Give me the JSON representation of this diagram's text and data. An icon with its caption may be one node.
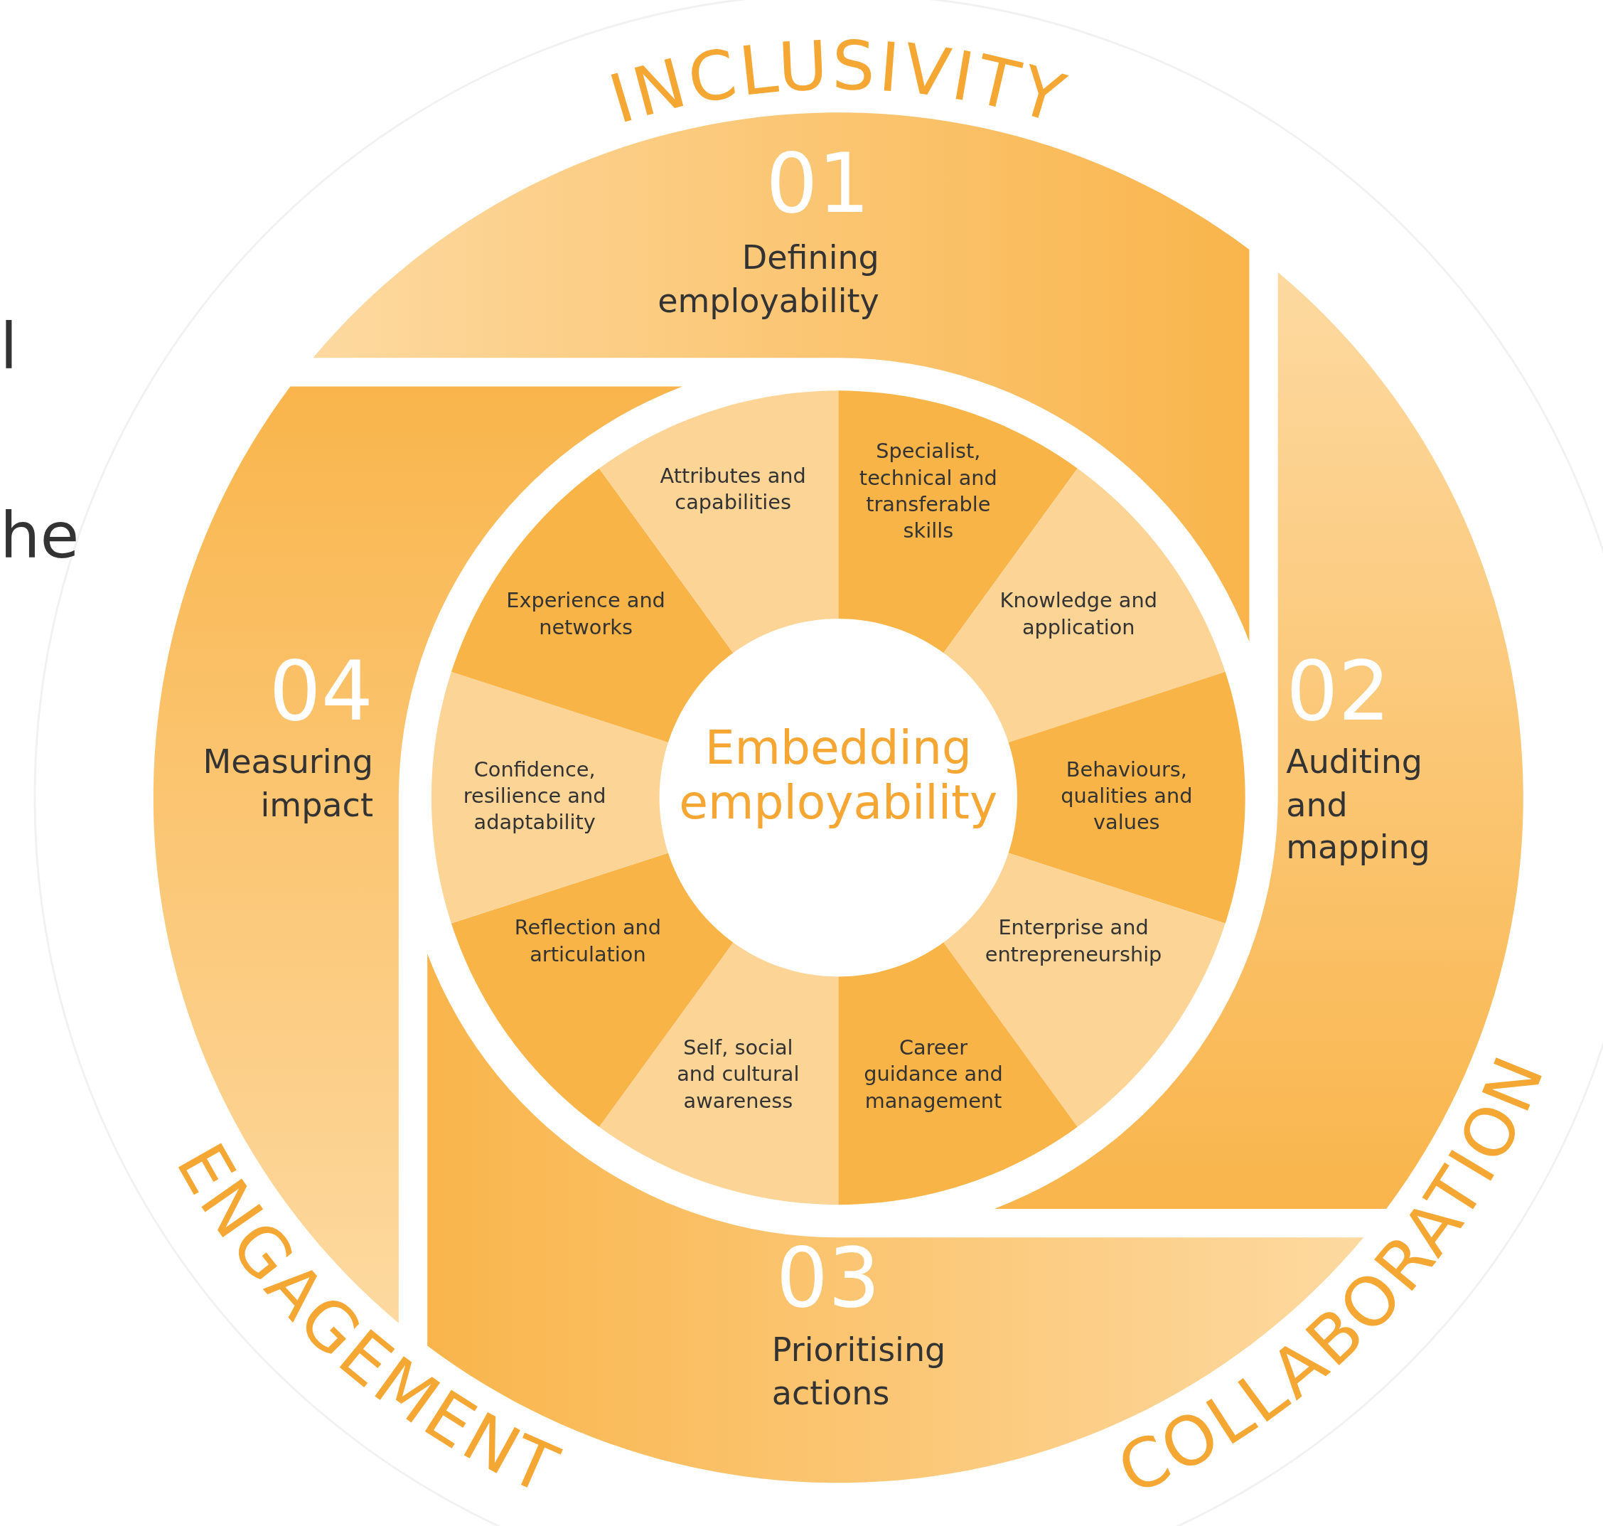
{
  "diagram": {
    "nodes": [
      {
        "text": [
          "01",
          "Defining employability"
        ]
      },
      {
        "text": [
          "02",
          "Auditing and mapping"
        ]
      },
      {
        "text": [
          "03",
          "Prioritising actions"
        ]
      },
      {
        "text": [
          "04",
          "Measuring impact"
        ]
      },
      {
        "text": [
          "Embedding employability"
        ]
      },
      {
        "text": [
          "Specialist, technical and transferable skills"
        ]
      },
      {
        "text": [
          "Knowledge and application"
        ]
      },
      {
        "text": [
          "Behaviours, qualities and values"
        ]
      },
      {
        "text": [
          "Enterprise and entrepreneurship"
        ]
      },
      {
        "text": [
          "Career guidance and management"
        ]
      },
      {
        "text": [
          "Self, social and cultural awareness"
        ]
      },
      {
        "text": [
          "Reflection and articulation"
        ]
      },
      {
        "text": [
          "Confidence, resilience and adaptability"
        ]
      },
      {
        "text": [
          "Experience and networks"
        ]
      },
      {
        "text": [
          "Attributes and capabilities"
        ]
      }
    ],
    "labels": [
      "INCLUSIVITY",
      "l",
      "he",
      "ENGAGEMENT",
      "COLLABORATION"
    ]
  }
}
